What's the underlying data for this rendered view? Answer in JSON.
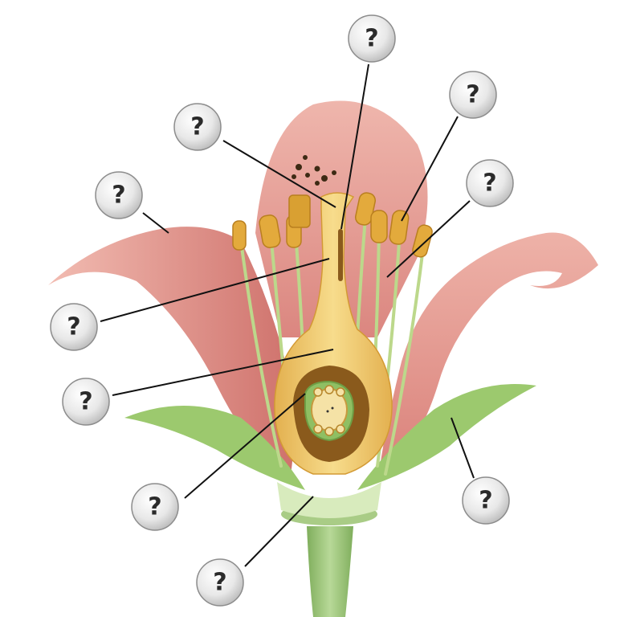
{
  "diagram": {
    "labels": [
      {
        "id": "label-1",
        "text": "?"
      },
      {
        "id": "label-2",
        "text": "?"
      },
      {
        "id": "label-3",
        "text": "?"
      },
      {
        "id": "label-4",
        "text": "?"
      },
      {
        "id": "label-5",
        "text": "?"
      },
      {
        "id": "label-6",
        "text": "?"
      },
      {
        "id": "label-7",
        "text": "?"
      },
      {
        "id": "label-8",
        "text": "?"
      },
      {
        "id": "label-9",
        "text": "?"
      },
      {
        "id": "label-10",
        "text": "?"
      },
      {
        "id": "label-11",
        "text": "?"
      }
    ],
    "colors": {
      "petal": "#e59a90",
      "petal_dark": "#c96a66",
      "sepal": "#8fbf63",
      "stem": "#9ac276",
      "pistil": "#f2c96a",
      "anther": "#e0a83a",
      "filament": "#bfd98f",
      "ovary_inner": "#8a5a1c",
      "label_fill": "#e6e6e6",
      "label_stroke": "#8c8c8c"
    }
  }
}
